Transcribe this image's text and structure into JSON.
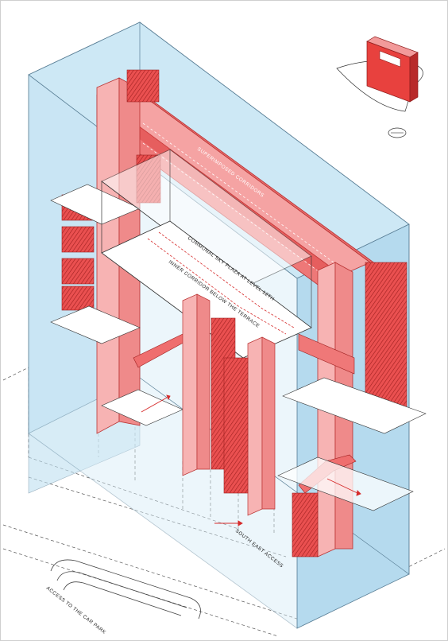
{
  "labels": {
    "superimposed_corridors": "SUPERIMPOSED CORRIDORS",
    "communal_sky_plaza": "COMMUNAL SKY PLAZA AT LEVEL 12TH",
    "inner_corridor": "INNER CORRIDOR BELOW THE TERRACE",
    "south_east_access": "SOUTH EAST ACCESS",
    "car_park_access": "ACCESS TO THE CAR PARK"
  },
  "colors": {
    "glass_blue": "#bfe0f1",
    "stair_red": "#ef5b5b",
    "pink": "#f7b3b3",
    "key_red": "#e8413e"
  }
}
